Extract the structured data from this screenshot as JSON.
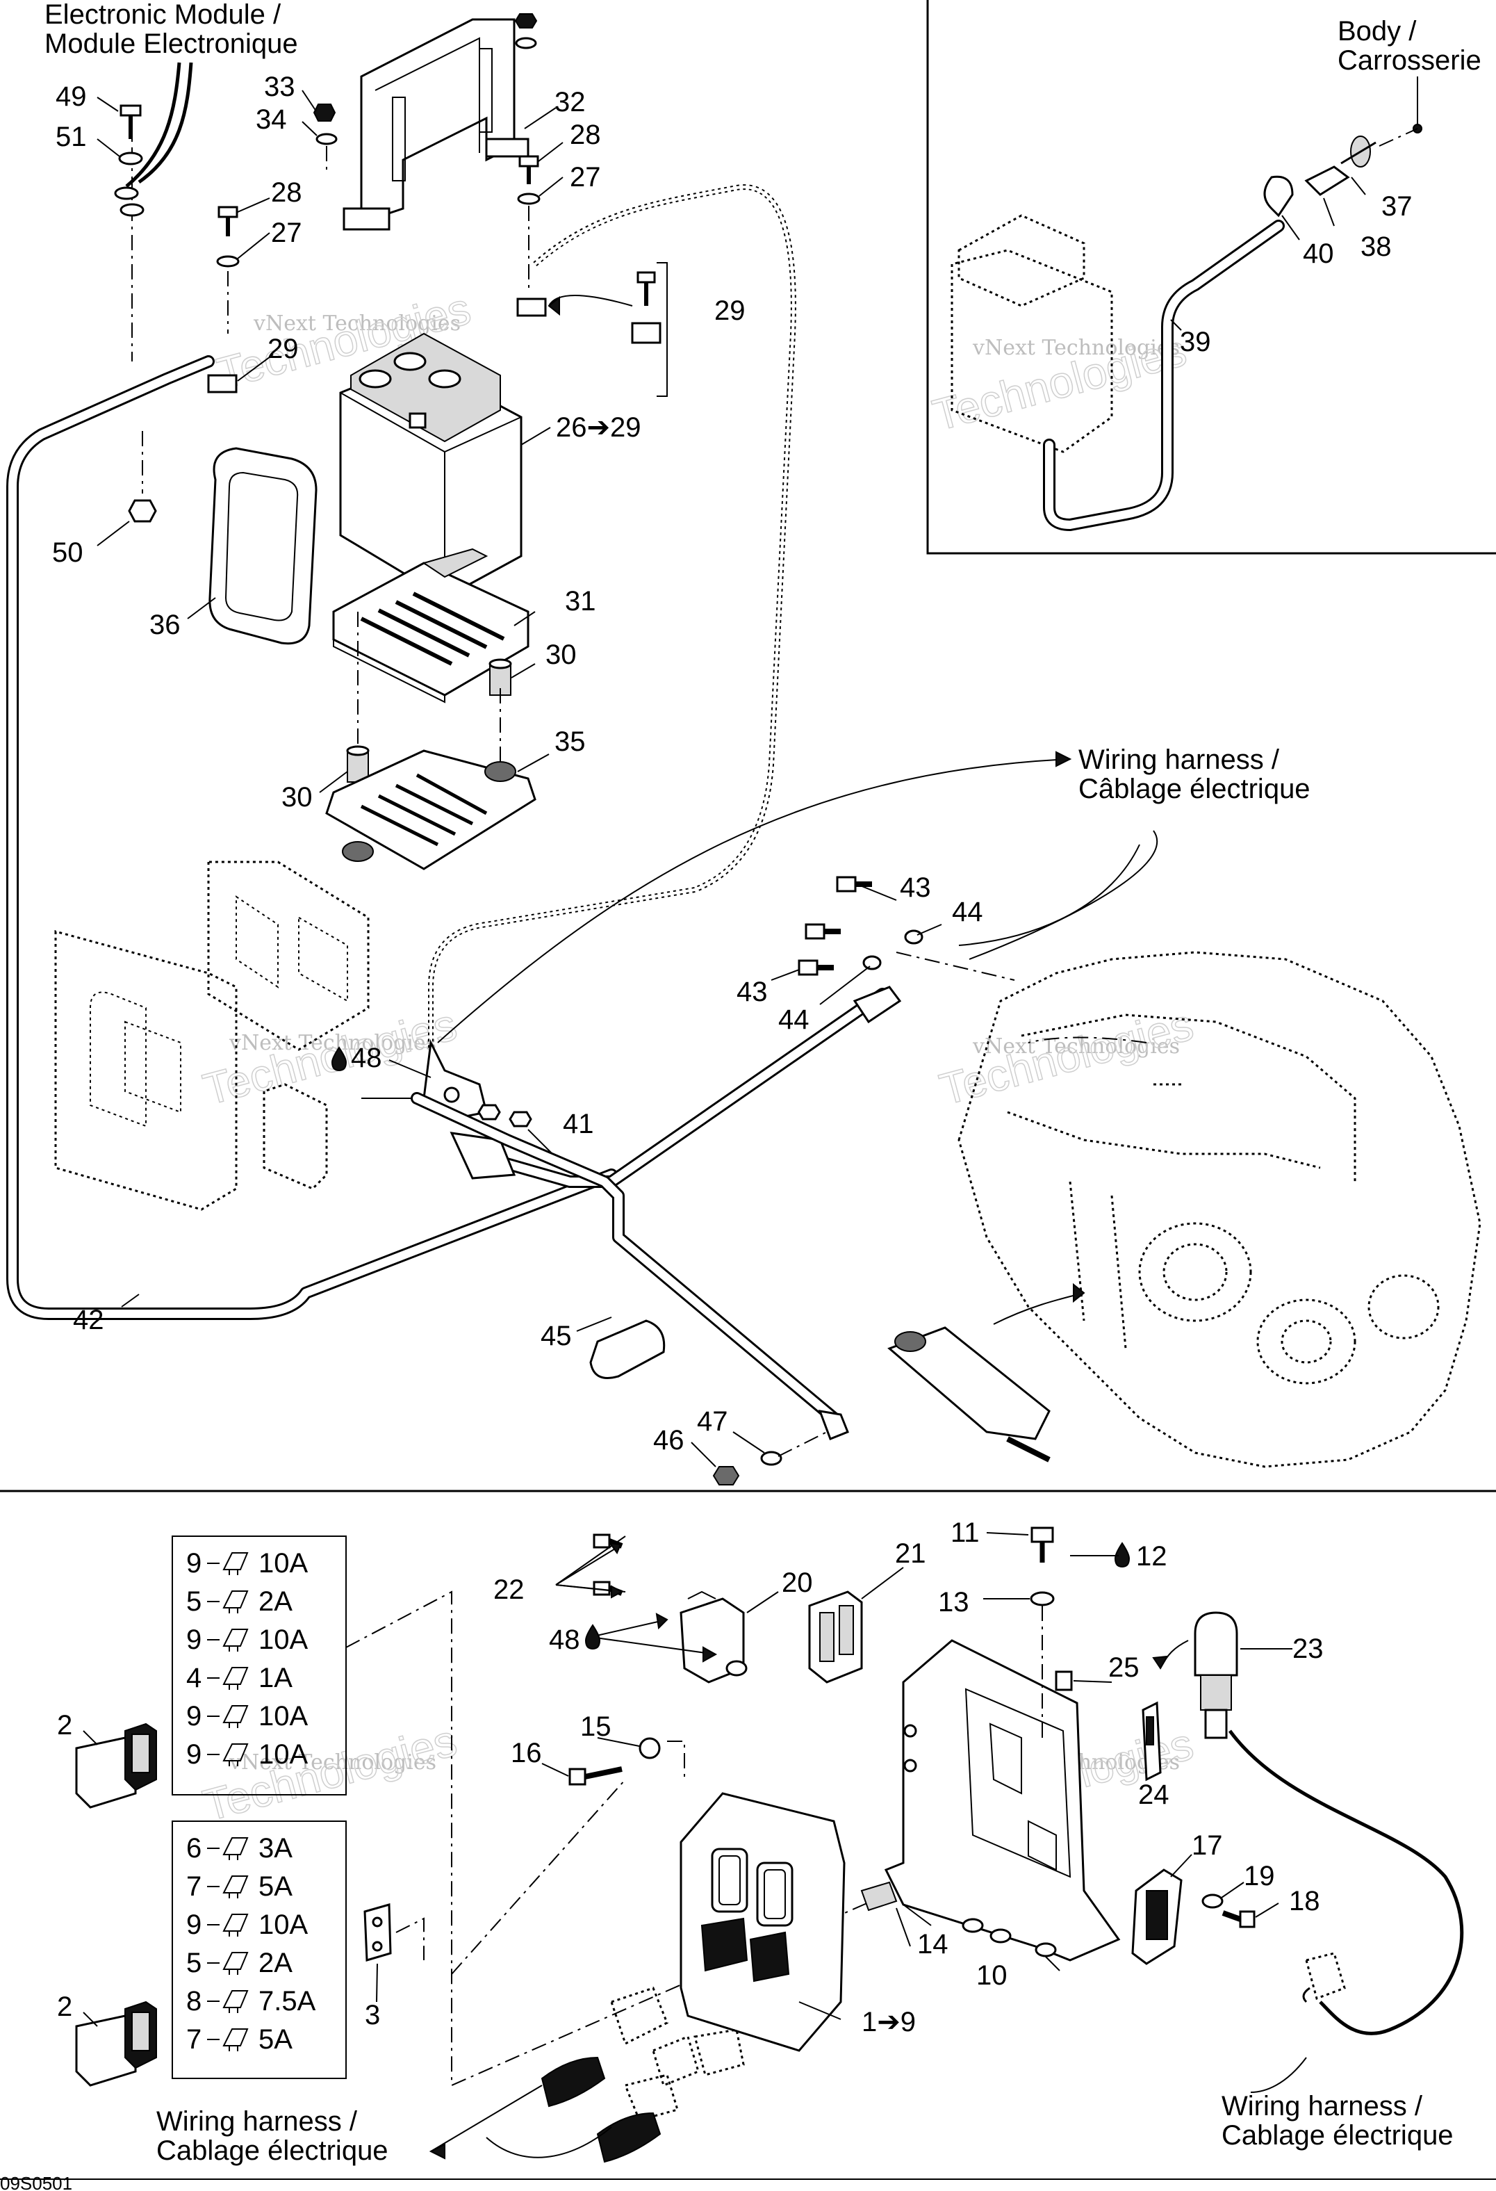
{
  "labels": {
    "electronic_module_en": "Electronic Module /",
    "electronic_module_fr": "Module Electronique",
    "body_en": "Body /",
    "body_fr": "Carrosserie",
    "wiring_top_en": "Wiring harness /",
    "wiring_top_fr": "Câblage électrique",
    "wiring_bl_en": "Wiring harness /",
    "wiring_bl_fr": "Cablage électrique",
    "wiring_br_en": "Wiring harness /",
    "wiring_br_fr": "Cablage électrique",
    "code": "09S0501"
  },
  "watermark": {
    "line1": "vNext Technologies",
    "line2": "Technologies",
    "line3": "vNext"
  },
  "callouts": {
    "c49": "49",
    "c51": "51",
    "c33": "33",
    "c34": "34",
    "c32": "32",
    "c28a": "28",
    "c27a": "27",
    "c28b": "28",
    "c27b": "27",
    "c29a": "29",
    "c29b": "29",
    "c26": "26➔29",
    "c50": "50",
    "c36": "36",
    "c31": "31",
    "c30a": "30",
    "c30b": "30",
    "c35": "35",
    "c37": "37",
    "c38": "38",
    "c40": "40",
    "c39": "39",
    "c43a": "43",
    "c44a": "44",
    "c43b": "43",
    "c44b": "44",
    "c48a": "48",
    "c41": "41",
    "c42": "42",
    "c45": "45",
    "c46": "46",
    "c47": "47",
    "c11": "11",
    "c12": "12",
    "c13": "13",
    "c21": "21",
    "c20": "20",
    "c22": "22",
    "c48b": "48",
    "c23": "23",
    "c25": "25",
    "c24": "24",
    "c15": "15",
    "c16": "16",
    "c2a": "2",
    "c2b": "2",
    "c3": "3",
    "c17": "17",
    "c19": "19",
    "c18": "18",
    "c14": "14",
    "c10": "10",
    "c19_9": "1➔9"
  },
  "fuse_tables": [
    {
      "rows": [
        {
          "pos": "9",
          "amp": "10A"
        },
        {
          "pos": "5",
          "amp": "2A"
        },
        {
          "pos": "9",
          "amp": "10A"
        },
        {
          "pos": "4",
          "amp": "1A"
        },
        {
          "pos": "9",
          "amp": "10A"
        },
        {
          "pos": "9",
          "amp": "10A"
        }
      ]
    },
    {
      "rows": [
        {
          "pos": "6",
          "amp": "3A"
        },
        {
          "pos": "7",
          "amp": "5A"
        },
        {
          "pos": "9",
          "amp": "10A"
        },
        {
          "pos": "5",
          "amp": "2A"
        },
        {
          "pos": "8",
          "amp": "7.5A"
        },
        {
          "pos": "7",
          "amp": "5A"
        }
      ]
    }
  ]
}
